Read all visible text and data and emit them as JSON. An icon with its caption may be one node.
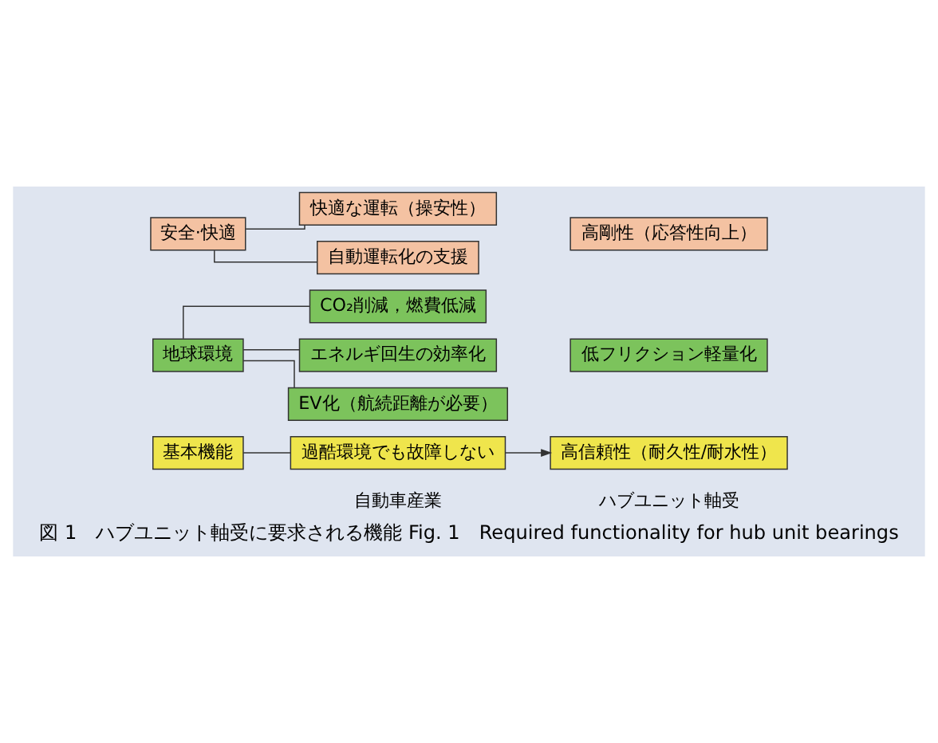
{
  "diagram": {
    "caption": "図 1　ハブユニット軸受に要求される機能 Fig. 1　Required functionality for hub unit bearings",
    "nodes": [
      {
        "text": [
          "基本機能"
        ]
      },
      {
        "text": [
          "過酷環境でも故障しない"
        ]
      },
      {
        "text": [
          "高信頼性（耐久性/耐水性）"
        ]
      },
      {
        "text": [
          "地球環境"
        ]
      },
      {
        "text": [
          "CO₂削減，燃費低減"
        ]
      },
      {
        "text": [
          "エネルギ回生の効率化"
        ]
      },
      {
        "text": [
          "EV化（航続距離が必要）"
        ]
      },
      {
        "text": [
          "低フリクション軽量化"
        ]
      },
      {
        "text": [
          "安全·快適"
        ]
      },
      {
        "text": [
          "快適な運転（操安性）"
        ]
      },
      {
        "text": [
          "自動運転化の支援"
        ]
      },
      {
        "text": [
          "高剛性（応答性向上）"
        ]
      }
    ],
    "edges": [
      {
        "from": 0,
        "to": 1,
        "arrow": "none"
      },
      {
        "from": 1,
        "to": 2,
        "arrow": "to"
      },
      {
        "from": 3,
        "to": 4,
        "arrow": "none"
      },
      {
        "from": 3,
        "to": 5,
        "arrow": "none"
      },
      {
        "from": 3,
        "to": 6,
        "arrow": "none"
      },
      {
        "from": 8,
        "to": 9,
        "arrow": "none"
      },
      {
        "from": 8,
        "to": 10,
        "arrow": "none"
      }
    ],
    "labels": [
      "自動車産業",
      "ハブユニット軸受"
    ]
  }
}
